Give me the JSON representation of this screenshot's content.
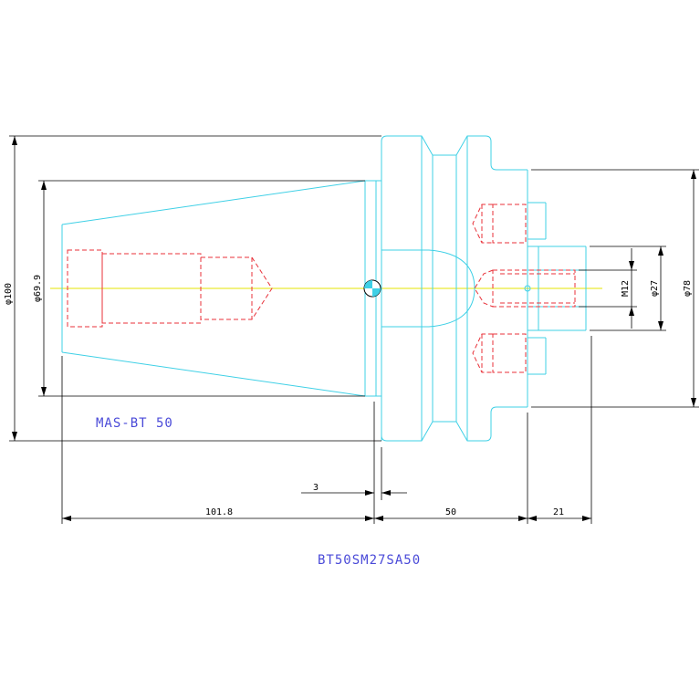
{
  "labels": {
    "holder_name": "MAS-BT 50",
    "part_number": "BT50SM27SA50"
  },
  "dimensions": {
    "d100": "φ100",
    "d69_9": "φ69.9",
    "d78": "φ78",
    "d27": "φ27",
    "m12": "M12",
    "len_3": "3",
    "len_101_8": "101.8",
    "len_50": "50",
    "len_21": "21"
  },
  "colors": {
    "outline": "#3fd0e6",
    "hidden": "#e8323a",
    "center": "#e6e600",
    "dimension": "#000000",
    "label": "#4a4ad8"
  }
}
